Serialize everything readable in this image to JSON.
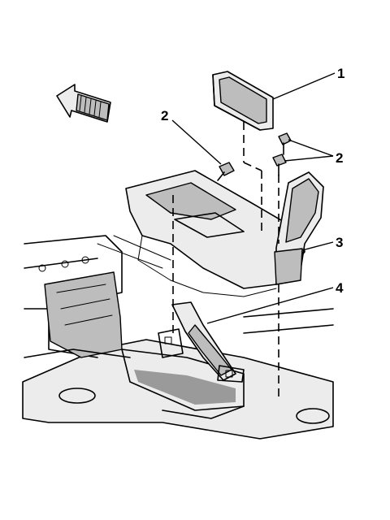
{
  "callouts": {
    "c1": "1",
    "c2a": "2",
    "c2b": "2",
    "c3": "3",
    "c4": "4"
  },
  "colors": {
    "ink": "#000000",
    "part_fill": "#ececec",
    "part_shade": "#bdbdbd",
    "background": "#ffffff"
  }
}
